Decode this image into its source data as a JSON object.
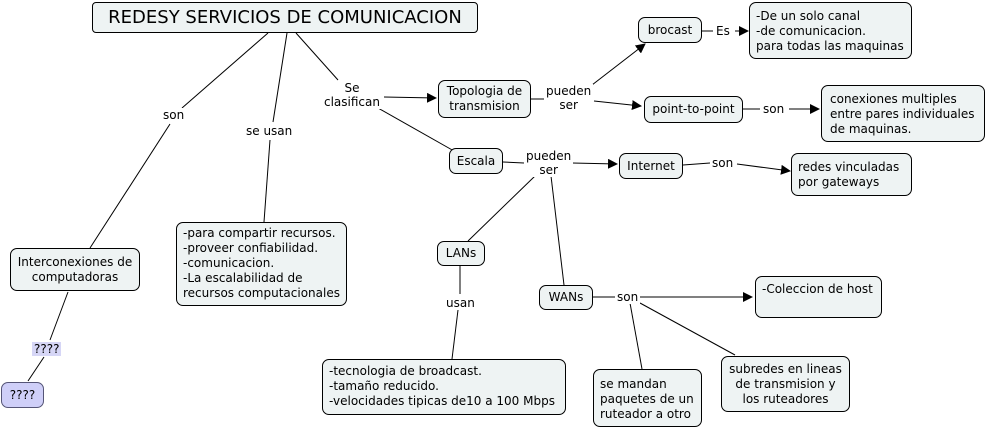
{
  "nodes": {
    "title": "REDESY SERVICIOS DE COMUNICACION",
    "interconexiones": "Interconexiones de\ncomputadoras",
    "q_box": "????",
    "usos": "-para compartir recursos.\n-proveer confiabilidad.\n-comunicacion.\n-La escalabilidad de\nrecursos computacionales",
    "topologia": "Topologia de\ntransmision",
    "escala": "Escala",
    "brocast": "brocast",
    "brocast_desc": "-De un solo canal\n-de comunicacion.\npara todas las maquinas",
    "p2p": "point-to-point",
    "p2p_desc": "conexiones multiples\nentre pares individuales\nde maquinas.",
    "internet": "Internet",
    "internet_desc": "redes vinculadas\npor gateways",
    "lans": "LANs",
    "lans_desc": "-tecnologia de broadcast.\n-tamaño reducido.\n-velocidades tipicas de10 a 100 Mbps",
    "wans": "WANs",
    "host": "-Coleccion de host",
    "paquetes": "se mandan\npaquetes de un\nruteador a otro",
    "subredes": "subredes en lineas\nde transmision y\nlos ruteadores"
  },
  "links": {
    "son_left": "son",
    "se_usan": "se usan",
    "se_clasifican": "Se\nclasifican",
    "q_link": "????",
    "pueden_ser_top": "pueden\nser",
    "es": "Es",
    "son_p2p": "son",
    "pueden_ser_escala": "pueden\nser",
    "son_internet": "son",
    "usan": "usan",
    "son_wans": "son"
  },
  "colors": {
    "node_fill": "#eef3f3",
    "highlight_fill": "#cfcff8",
    "line": "#000000"
  }
}
